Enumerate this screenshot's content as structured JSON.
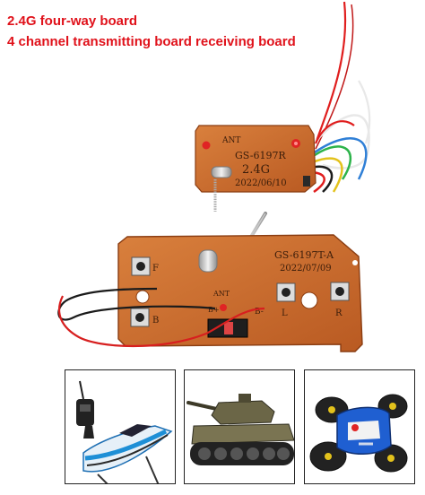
{
  "headline": {
    "line1": "2.4G four-way board",
    "line2": "4 channel transmitting board receiving board"
  },
  "receiver_board": {
    "model": "GS-6197R",
    "band": "2.4G",
    "date": "2022/06/10",
    "ant_label": "ANT"
  },
  "transmitter_board": {
    "model": "GS-6197T-A",
    "date": "2022/07/09",
    "ant_label": "ANT",
    "button_labels": {
      "forward": "F",
      "back": "B",
      "left": "L",
      "right": "R"
    },
    "minus_label": "B-",
    "plus_label": "B+"
  },
  "colors": {
    "headline": "#e0121b",
    "pcb": "#c9682c",
    "pcb_dark": "#8a3d12",
    "wire_red": "#d71f1f",
    "wire_black": "#1b1b1b"
  },
  "thumbnails": [
    {
      "icon": "rc-speedboat-icon"
    },
    {
      "icon": "rc-tank-icon"
    },
    {
      "icon": "rc-stunt-car-icon"
    }
  ]
}
